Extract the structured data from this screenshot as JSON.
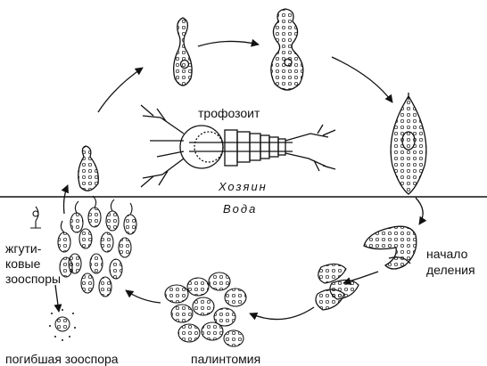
{
  "labels": {
    "trophozoite": "трофозоит",
    "host": "Хозяин",
    "water": "Вода",
    "division_start_line1": "начало",
    "division_start_line2": "деления",
    "zoospores_line1": "жгути-",
    "zoospores_line2": "ковые",
    "zoospores_line3": "зооспоры",
    "dead_zoospore": "погибшая зооспора",
    "palintomy": "палинтомия"
  },
  "colors": {
    "ink": "#111111",
    "background": "#ffffff"
  }
}
